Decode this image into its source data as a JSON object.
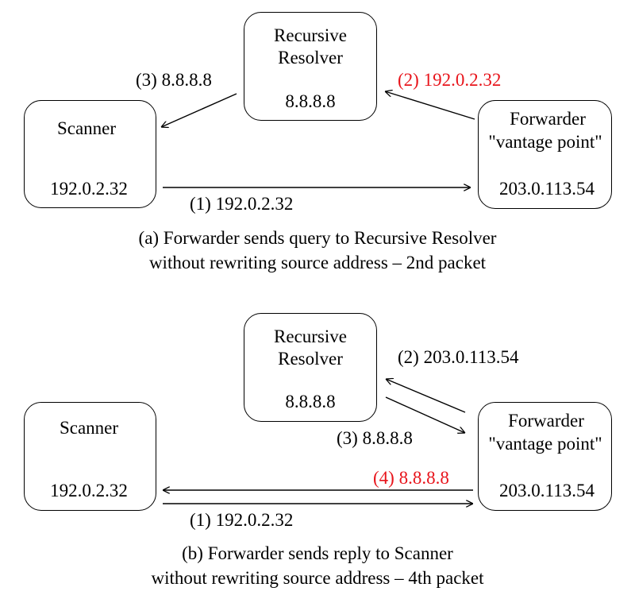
{
  "panel_a": {
    "resolver": {
      "line1": "Recursive",
      "line2": "Resolver",
      "ip": "8.8.8.8"
    },
    "scanner": {
      "label": "Scanner",
      "ip": "192.0.2.32"
    },
    "forwarder": {
      "label": "Forwarder",
      "sublabel": "\"vantage point\"",
      "ip": "203.0.113.54"
    },
    "edges": {
      "step1": "(1) 192.0.2.32",
      "step2": "(2) 192.0.2.32",
      "step3": "(3) 8.8.8.8"
    },
    "caption_line1": "(a) Forwarder sends query to Recursive Resolver",
    "caption_line2": "without rewriting source address – 2nd packet"
  },
  "panel_b": {
    "resolver": {
      "line1": "Recursive",
      "line2": "Resolver",
      "ip": "8.8.8.8"
    },
    "scanner": {
      "label": "Scanner",
      "ip": "192.0.2.32"
    },
    "forwarder": {
      "label": "Forwarder",
      "sublabel": "\"vantage point\"",
      "ip": "203.0.113.54"
    },
    "edges": {
      "step1": "(1) 192.0.2.32",
      "step2": "(2) 203.0.113.54",
      "step3": "(3) 8.8.8.8",
      "step4": "(4) 8.8.8.8"
    },
    "caption_line1": "(b) Forwarder sends reply to Scanner",
    "caption_line2": "without rewriting source address – 4th packet"
  },
  "colors": {
    "highlight": "#e8141b",
    "default": "#000000"
  }
}
